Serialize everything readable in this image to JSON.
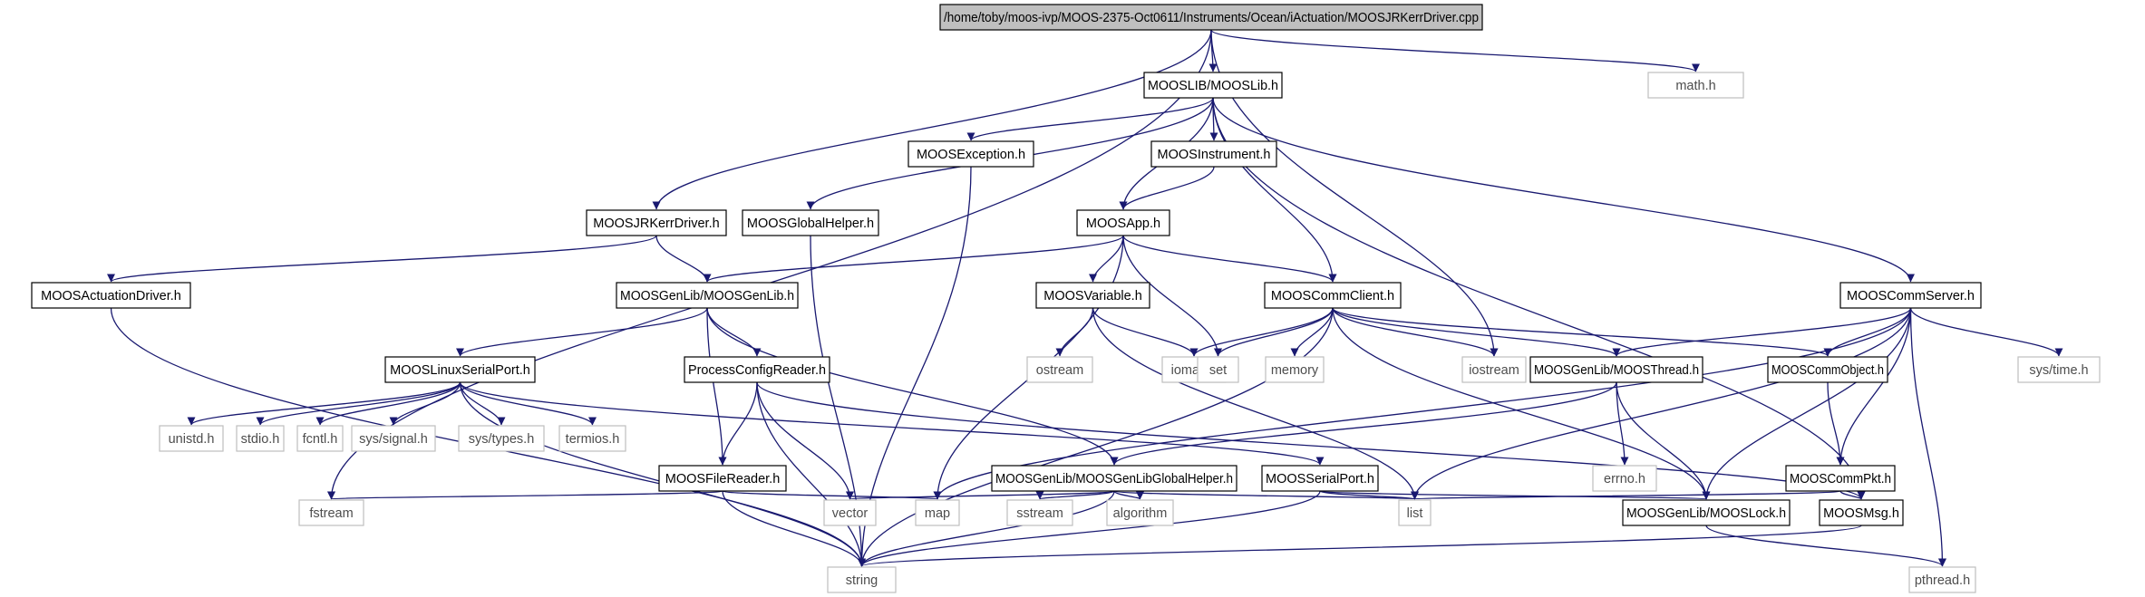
{
  "colors": {
    "edge": "#191970",
    "node_border_local": "#000000",
    "node_border_system": "#bfbfbf",
    "text_local": "#000000",
    "text_system": "#4d4d4d",
    "root_fill": "#bfbfbf",
    "node_fill": "#ffffff"
  },
  "nodes": [
    {
      "id": "root",
      "label": "/home/toby/moos-ivp/MOOS-2375-Oct0611/Instruments/Ocean/iActuation/MOOSJRKerrDriver.cpp",
      "kind": "root"
    },
    {
      "id": "mooslib",
      "label": "MOOSLIB/MOOSLib.h",
      "kind": "local"
    },
    {
      "id": "math",
      "label": "math.h",
      "kind": "system"
    },
    {
      "id": "exception",
      "label": "MOOSException.h",
      "kind": "local"
    },
    {
      "id": "instrument",
      "label": "MOOSInstrument.h",
      "kind": "local"
    },
    {
      "id": "jrkerr",
      "label": "MOOSJRKerrDriver.h",
      "kind": "local"
    },
    {
      "id": "globalhelper",
      "label": "MOOSGlobalHelper.h",
      "kind": "local"
    },
    {
      "id": "moosapp",
      "label": "MOOSApp.h",
      "kind": "local"
    },
    {
      "id": "actuation",
      "label": "MOOSActuationDriver.h",
      "kind": "local"
    },
    {
      "id": "genlib",
      "label": "MOOSGenLib/MOOSGenLib.h",
      "kind": "local"
    },
    {
      "id": "variable",
      "label": "MOOSVariable.h",
      "kind": "local"
    },
    {
      "id": "commclient",
      "label": "MOOSCommClient.h",
      "kind": "local"
    },
    {
      "id": "commserver",
      "label": "MOOSCommServer.h",
      "kind": "local"
    },
    {
      "id": "linuxserial",
      "label": "MOOSLinuxSerialPort.h",
      "kind": "local"
    },
    {
      "id": "processconfig",
      "label": "ProcessConfigReader.h",
      "kind": "local"
    },
    {
      "id": "ostream",
      "label": "ostream",
      "kind": "system"
    },
    {
      "id": "iomanip",
      "label": "iomanip",
      "kind": "system"
    },
    {
      "id": "set",
      "label": "set",
      "kind": "system"
    },
    {
      "id": "memory",
      "label": "memory",
      "kind": "system"
    },
    {
      "id": "iostream",
      "label": "iostream",
      "kind": "system"
    },
    {
      "id": "thread",
      "label": "MOOSGenLib/MOOSThread.h",
      "kind": "local"
    },
    {
      "id": "commobject",
      "label": "MOOSCommObject.h",
      "kind": "local"
    },
    {
      "id": "systime",
      "label": "sys/time.h",
      "kind": "system"
    },
    {
      "id": "unistd",
      "label": "unistd.h",
      "kind": "system"
    },
    {
      "id": "stdio",
      "label": "stdio.h",
      "kind": "system"
    },
    {
      "id": "fcntl",
      "label": "fcntl.h",
      "kind": "system"
    },
    {
      "id": "syssignal",
      "label": "sys/signal.h",
      "kind": "system"
    },
    {
      "id": "systypes",
      "label": "sys/types.h",
      "kind": "system"
    },
    {
      "id": "termios",
      "label": "termios.h",
      "kind": "system"
    },
    {
      "id": "filereader",
      "label": "MOOSFileReader.h",
      "kind": "local"
    },
    {
      "id": "genlibglobal",
      "label": "MOOSGenLib/MOOSGenLibGlobalHelper.h",
      "kind": "local"
    },
    {
      "id": "serialport",
      "label": "MOOSSerialPort.h",
      "kind": "local"
    },
    {
      "id": "errno",
      "label": "errno.h",
      "kind": "system"
    },
    {
      "id": "commpkt",
      "label": "MOOSCommPkt.h",
      "kind": "local"
    },
    {
      "id": "fstream",
      "label": "fstream",
      "kind": "system"
    },
    {
      "id": "vector",
      "label": "vector",
      "kind": "system"
    },
    {
      "id": "map",
      "label": "map",
      "kind": "system"
    },
    {
      "id": "sstream",
      "label": "sstream",
      "kind": "system"
    },
    {
      "id": "algorithm",
      "label": "algorithm",
      "kind": "system"
    },
    {
      "id": "list",
      "label": "list",
      "kind": "system"
    },
    {
      "id": "lock",
      "label": "MOOSGenLib/MOOSLock.h",
      "kind": "local"
    },
    {
      "id": "moosmsg",
      "label": "MOOSMsg.h",
      "kind": "local"
    },
    {
      "id": "string",
      "label": "string",
      "kind": "system"
    },
    {
      "id": "pthread",
      "label": "pthread.h",
      "kind": "system"
    }
  ],
  "edges": [
    [
      "root",
      "mooslib"
    ],
    [
      "root",
      "math"
    ],
    [
      "root",
      "jrkerr"
    ],
    [
      "root",
      "fstream"
    ],
    [
      "root",
      "iostream"
    ],
    [
      "mooslib",
      "exception"
    ],
    [
      "mooslib",
      "instrument"
    ],
    [
      "mooslib",
      "globalhelper"
    ],
    [
      "mooslib",
      "moosapp"
    ],
    [
      "mooslib",
      "commclient"
    ],
    [
      "mooslib",
      "commserver"
    ],
    [
      "mooslib",
      "moosmsg"
    ],
    [
      "exception",
      "string"
    ],
    [
      "instrument",
      "moosapp"
    ],
    [
      "jrkerr",
      "actuation"
    ],
    [
      "jrkerr",
      "genlib"
    ],
    [
      "globalhelper",
      "string"
    ],
    [
      "moosapp",
      "genlib"
    ],
    [
      "moosapp",
      "variable"
    ],
    [
      "moosapp",
      "commclient"
    ],
    [
      "moosapp",
      "set"
    ],
    [
      "moosapp",
      "map"
    ],
    [
      "actuation",
      "string"
    ],
    [
      "genlib",
      "linuxserial"
    ],
    [
      "genlib",
      "processconfig"
    ],
    [
      "genlib",
      "filereader"
    ],
    [
      "genlib",
      "genlibglobal"
    ],
    [
      "variable",
      "ostream"
    ],
    [
      "variable",
      "iomanip"
    ],
    [
      "variable",
      "list"
    ],
    [
      "commclient",
      "iomanip"
    ],
    [
      "commclient",
      "set"
    ],
    [
      "commclient",
      "memory"
    ],
    [
      "commclient",
      "iostream"
    ],
    [
      "commclient",
      "thread"
    ],
    [
      "commclient",
      "commobject"
    ],
    [
      "commclient",
      "lock"
    ],
    [
      "commclient",
      "string"
    ],
    [
      "commserver",
      "thread"
    ],
    [
      "commserver",
      "commobject"
    ],
    [
      "commserver",
      "systime"
    ],
    [
      "commserver",
      "commpkt"
    ],
    [
      "commserver",
      "map"
    ],
    [
      "commserver",
      "list"
    ],
    [
      "commserver",
      "lock"
    ],
    [
      "commserver",
      "pthread"
    ],
    [
      "linuxserial",
      "unistd"
    ],
    [
      "linuxserial",
      "stdio"
    ],
    [
      "linuxserial",
      "fcntl"
    ],
    [
      "linuxserial",
      "syssignal"
    ],
    [
      "linuxserial",
      "systypes"
    ],
    [
      "linuxserial",
      "termios"
    ],
    [
      "linuxserial",
      "serialport"
    ],
    [
      "linuxserial",
      "string"
    ],
    [
      "processconfig",
      "filereader"
    ],
    [
      "processconfig",
      "vector"
    ],
    [
      "processconfig",
      "string"
    ],
    [
      "processconfig",
      "moosmsg"
    ],
    [
      "thread",
      "genlibglobal"
    ],
    [
      "thread",
      "errno"
    ],
    [
      "thread",
      "lock"
    ],
    [
      "commobject",
      "commpkt"
    ],
    [
      "filereader",
      "fstream"
    ],
    [
      "filereader",
      "map"
    ],
    [
      "filereader",
      "string"
    ],
    [
      "genlibglobal",
      "vector"
    ],
    [
      "genlibglobal",
      "sstream"
    ],
    [
      "genlibglobal",
      "algorithm"
    ],
    [
      "genlibglobal",
      "list"
    ],
    [
      "genlibglobal",
      "string"
    ],
    [
      "serialport",
      "list"
    ],
    [
      "serialport",
      "lock"
    ],
    [
      "serialport",
      "string"
    ],
    [
      "commpkt",
      "list"
    ],
    [
      "commpkt",
      "moosmsg"
    ],
    [
      "lock",
      "pthread"
    ],
    [
      "moosmsg",
      "string"
    ]
  ]
}
